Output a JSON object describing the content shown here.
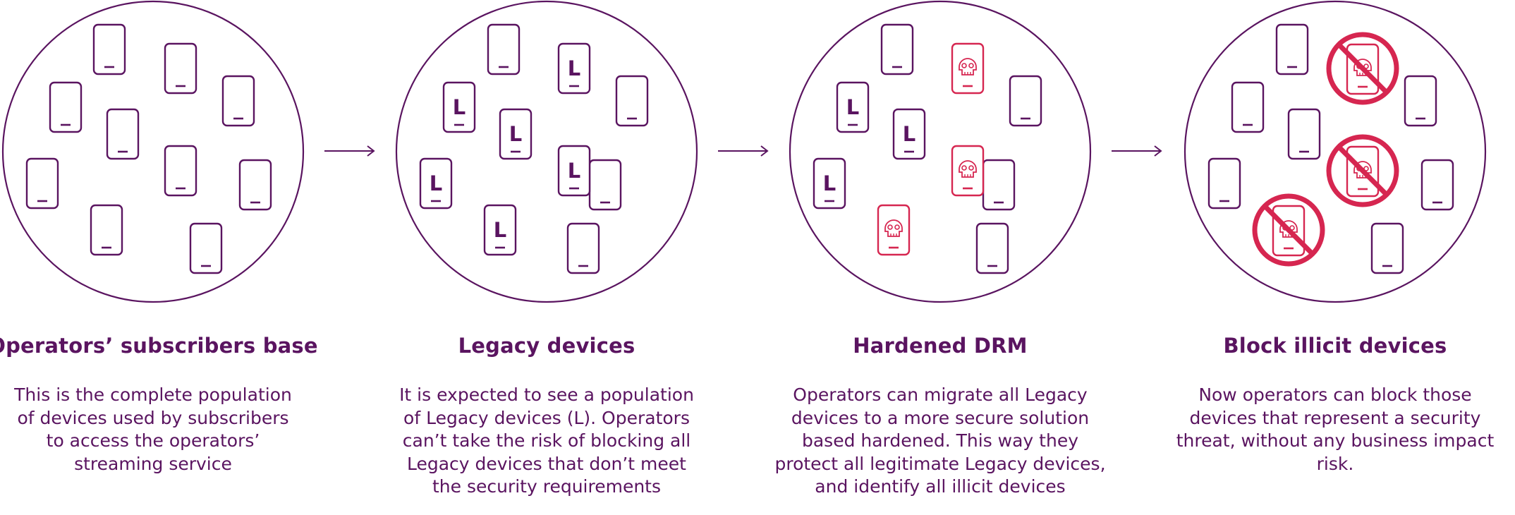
{
  "colors": {
    "purple": "#5a1460",
    "red": "#d62650",
    "background": "#ffffff"
  },
  "stages": [
    {
      "title": "Operators’ subscribers base",
      "description_lines": [
        "This is the complete population",
        "of devices used by subscribers",
        "to access the operators’",
        "streaming service"
      ],
      "device_letter": ""
    },
    {
      "title": "Legacy devices",
      "description_lines": [
        "It is expected to see a population",
        "of Legacy devices (L). Operators",
        "can’t take the risk of blocking all",
        "Legacy devices that don’t meet",
        "the security requirements"
      ],
      "device_letter": "L"
    },
    {
      "title": "Hardened DRM",
      "description_lines": [
        "Operators can migrate all Legacy",
        "devices to a more secure solution",
        "based hardened. This way they",
        "protect all legitimate Legacy devices,",
        "and identify all illicit devices"
      ],
      "device_letter": "L"
    },
    {
      "title": "Block illicit devices",
      "description_lines": [
        "Now operators can block those",
        "devices that represent a security",
        "threat, without any business impact",
        "risk."
      ],
      "device_letter": ""
    }
  ],
  "icons": [
    "phone-icon",
    "legacy-phone-icon",
    "skull-phone-icon",
    "blocked-phone-icon",
    "arrow-right-icon"
  ]
}
